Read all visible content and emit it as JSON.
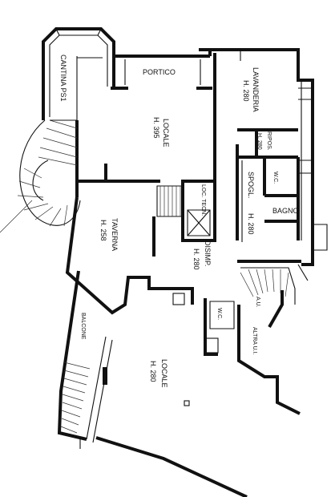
{
  "labels": {
    "cantina": "CANTINA PS1",
    "portico": "PORTICO",
    "lavanderia": "LAVANDERIA",
    "lavanderia_h": "H. 280",
    "locale_top": "LOCALE",
    "locale_top_h": "H. 395",
    "ripos": "RIPOS.",
    "ripos_h": "H. 280",
    "spogl": "SPOGL.",
    "spogl_h": "H. 280",
    "wc_top": "W.C.",
    "bagno": "BAGNO",
    "loc_tecn": "LOC. TECN.",
    "taverna": "TAVERNA",
    "taverna_h": "H. 258",
    "disimp": "DISIMP.",
    "disimp_h": "H. 280",
    "au": "A.U.",
    "wc_bottom": "W.C.",
    "altra_ui": "ALTRA U.I.",
    "balcone": "BALCONE",
    "locale_bottom": "LOCALE",
    "locale_bottom_h": "H. 280"
  }
}
